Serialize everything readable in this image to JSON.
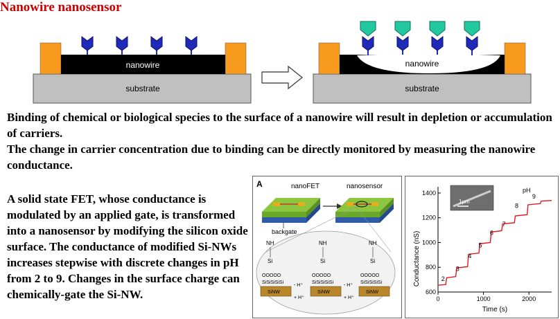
{
  "title": "Nanowire nanosensor",
  "diagram_left": {
    "nanowire_label": "nanowire",
    "substrate_label": "substrate"
  },
  "diagram_right": {
    "nanowire_label": "nanowire",
    "substrate_label": "substrate"
  },
  "paragraphs": [
    "Binding of chemical or biological species to the surface of a nanowire will result in depletion or accumulation of carriers.",
    "The change in carrier concentration due to binding can be directly monitored by measuring the nanowire conductance.",
    "A solid state FET, whose conductance is modulated by an applied gate, is transformed into a nanosensor by modifying the silicon oxide surface. The conductance of modified Si-NWs increases stepwise with discrete changes in pH from 2 to 9. Changes in the surface charge can chemically-gate the Si-NW."
  ],
  "figure_a": {
    "panel_label": "A",
    "nanofet_label": "nanoFET",
    "nanosensor_label": "nanosensor",
    "backgate_label": "backgate",
    "amine_label": "NH",
    "si_label": "Si",
    "sinw_label": "SiNW",
    "proton_minus": "- H⁺",
    "proton_plus": "+ H⁺"
  },
  "chart_data": {
    "type": "line",
    "title": "",
    "xlabel": "Time (s)",
    "ylabel": "Conductance (nS)",
    "xlim": [
      0,
      2500
    ],
    "ylim": [
      600,
      1450
    ],
    "x_ticks": [
      0,
      1000,
      2000
    ],
    "y_ticks": [
      600,
      800,
      1000,
      1200,
      1400
    ],
    "legend_text": "pH",
    "inset_scale": "1μm",
    "step_labels": [
      "2",
      "3",
      "4",
      "5",
      "6",
      "7",
      "8",
      "9"
    ],
    "series": [
      {
        "color": "#e8141c",
        "x": [
          0,
          170,
          190,
          390,
          410,
          650,
          670,
          900,
          920,
          1150,
          1170,
          1400,
          1420,
          1680,
          1700,
          1960,
          1980,
          2250,
          2270,
          2500
        ],
        "y": [
          655,
          660,
          715,
          725,
          795,
          805,
          905,
          915,
          990,
          1000,
          1085,
          1095,
          1150,
          1160,
          1215,
          1225,
          1305,
          1315,
          1335,
          1340
        ]
      }
    ],
    "step_label_points": [
      [
        110,
        690
      ],
      [
        430,
        770
      ],
      [
        700,
        875
      ],
      [
        930,
        960
      ],
      [
        1180,
        1060
      ],
      [
        1450,
        1130
      ],
      [
        1730,
        1280
      ],
      [
        2110,
        1355
      ]
    ]
  }
}
